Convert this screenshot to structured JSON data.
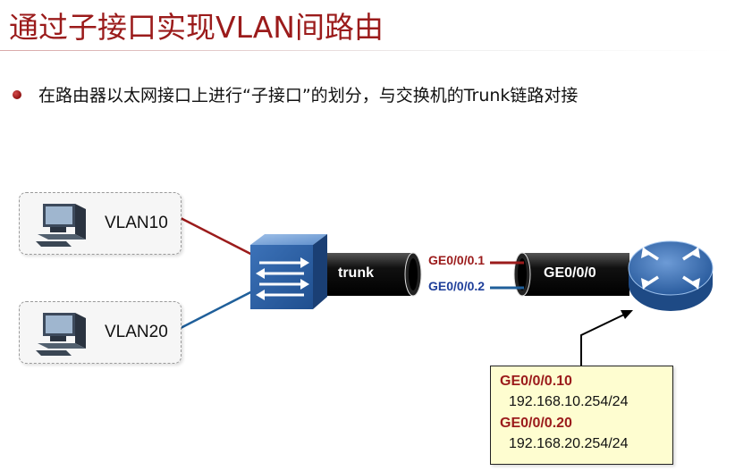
{
  "title": "通过子接口实现VLAN间路由",
  "bullet": "在路由器以太网接口上进行“子接口”的划分，与交换机的Trunk链路对接",
  "vlans": [
    {
      "label": "VLAN10"
    },
    {
      "label": "VLAN20"
    }
  ],
  "links": {
    "trunk": "trunk",
    "router_port": "GE0/0/0",
    "sub1": "GE0/0/0.1",
    "sub2": "GE0/0/0.2"
  },
  "interfaces": [
    {
      "name": "GE0/0/0.10",
      "ip": "192.168.10.254/24"
    },
    {
      "name": "GE0/0/0.20",
      "ip": "192.168.20.254/24"
    }
  ],
  "colors": {
    "title": "#9b1b1b",
    "vlan10_link": "#9b1b1b",
    "vlan20_link": "#1f5f9a",
    "switch": "#2b5fa0",
    "router": "#2b5fa0",
    "info_bg": "#fefdd0"
  },
  "icons": {
    "pc": "computer-icon",
    "switch": "switch-icon",
    "router": "router-icon"
  }
}
